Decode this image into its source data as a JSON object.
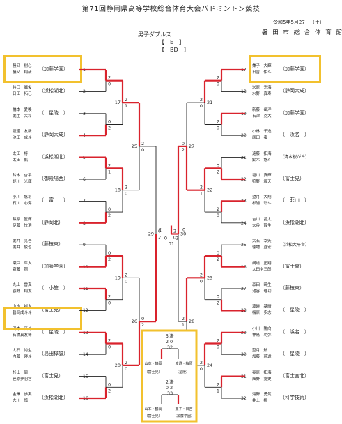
{
  "header": {
    "title": "第71回静岡県高等学校総合体育大会バドミントン競技",
    "date": "令和5年5月27日（土）",
    "venue": "磐 田 市 総 合 体 育 館",
    "event": "男子ダブルス",
    "class": "【　E　】",
    "block": "【　BD　】"
  },
  "left_entries": [
    {
      "no": "1",
      "names": [
        "勝又　樹心",
        "勝又　翔哉"
      ],
      "school": "（加藤学園）"
    },
    {
      "no": "2",
      "names": [
        "谷口　颯俊",
        "日田　拓己"
      ],
      "school": "（浜松湖北）"
    },
    {
      "no": "3",
      "names": [
        "橋本　愛喚",
        "堀生　大和"
      ],
      "school": "（　星陵　）"
    },
    {
      "no": "4",
      "names": [
        "渡邊　友哉",
        "池田　成斗"
      ],
      "school": "（静岡大成）"
    },
    {
      "no": "5",
      "names": [
        "太田　将",
        "太田　凱"
      ],
      "school": "（浜松湖北）"
    },
    {
      "no": "6",
      "names": [
        "鈴木　杏平",
        "蛭川　光輝"
      ],
      "school": "（御殿場西）"
    },
    {
      "no": "7",
      "names": [
        "小川　悠羽",
        "石川　心海"
      ],
      "school": "（　富士　）"
    },
    {
      "no": "8",
      "names": [
        "篠原　匠輝",
        "伊藤　快選"
      ],
      "school": "（静岡北）"
    },
    {
      "no": "9",
      "names": [
        "堀井　亮吾",
        "堀井　俊也"
      ],
      "school": "（藤枝東）"
    },
    {
      "no": "10",
      "names": [
        "瀬戸　隼大",
        "齋藤　照"
      ],
      "school": "（加藤学園）"
    },
    {
      "no": "11",
      "names": [
        "丸山　雷真",
        "谷野　翔太"
      ],
      "school": "（　小笠　）"
    },
    {
      "no": "12",
      "names": [
        "山本　暢太",
        "鶴岡成斗斗"
      ],
      "school": "（富士見）"
    },
    {
      "no": "13",
      "names": [
        "田本　来斗",
        "石橋真友稀"
      ],
      "school": "（　星陵　）"
    },
    {
      "no": "14",
      "names": [
        "大石　尚生",
        "内藤　寝斗"
      ],
      "school": "（島田樟誠）"
    },
    {
      "no": "15",
      "names": [
        "杉山　周",
        "笹原夢羽宮"
      ],
      "school": "（富士見）"
    },
    {
      "no": "16",
      "names": [
        "金澤　歩実",
        "大川　慎"
      ],
      "school": "（浜松湖北）"
    }
  ],
  "right_entries": [
    {
      "no": "17",
      "names": [
        "兼子　大輝",
        "日吉　佑斗"
      ],
      "school": "（加藤学園）"
    },
    {
      "no": "18",
      "names": [
        "米原　光海",
        "水野　真寿"
      ],
      "school": "（静岡大成）"
    },
    {
      "no": "19",
      "names": [
        "新藤　岳洋",
        "石津　克大"
      ],
      "school": "（加藤学園）"
    },
    {
      "no": "20",
      "names": [
        "小林　千逸",
        "原田　奏"
      ],
      "school": "（　浜名　）"
    },
    {
      "no": "21",
      "names": [
        "遠藤　拓海",
        "鈴木　悠斗"
      ],
      "school": "（清水桜が丘）"
    },
    {
      "no": "22",
      "names": [
        "塩川　真輝",
        "狩野　颯天"
      ],
      "school": "（富士見）"
    },
    {
      "no": "23",
      "names": [
        "望月　大翔",
        "杉浦　彩斗"
      ],
      "school": "（　韮山　）"
    },
    {
      "no": "24",
      "names": [
        "吉川　晶太",
        "大谷　靜生"
      ],
      "school": "（浜松湖北）"
    },
    {
      "no": "25",
      "names": [
        "大石　幸矢",
        "徳増　直宏"
      ],
      "school": "（浜松大平台）"
    },
    {
      "no": "26",
      "names": [
        "綱嶋　正翔",
        "太田圭三郎"
      ],
      "school": "（富士東）"
    },
    {
      "no": "27",
      "names": [
        "森田　暁生",
        "池谷　理功"
      ],
      "school": "（藤枝東）"
    },
    {
      "no": "28",
      "names": [
        "渡邉　基晴",
        "梅原　歩志"
      ],
      "school": "（　星陵　）"
    },
    {
      "no": "29",
      "names": [
        "小川　陽向",
        "神鳥　功弥"
      ],
      "school": "（　浜名　）"
    },
    {
      "no": "30",
      "names": [
        "望月　航",
        "加藤　慈透"
      ],
      "school": "（　星陵　）"
    },
    {
      "no": "31",
      "names": [
        "秦原　拓海",
        "畑野　寛史"
      ],
      "school": "（富士宮北）"
    },
    {
      "no": "32",
      "names": [
        "海野　勇気",
        "井上　桃"
      ],
      "school": "（科学技術）"
    }
  ],
  "left_scores": {
    "r1": [
      [
        "2",
        "0"
      ],
      [
        "0",
        "2"
      ],
      [
        "2",
        "1"
      ],
      [
        "0",
        "2"
      ],
      [
        "0",
        "2"
      ],
      [
        "2",
        "0"
      ],
      [
        "2",
        "0"
      ],
      [
        "0",
        "2"
      ]
    ],
    "r2": [
      [
        "2",
        "1"
      ],
      [
        "2",
        "0"
      ],
      [
        "2",
        "0"
      ],
      [
        "2",
        "0"
      ]
    ],
    "r3": [
      [
        "2",
        "0"
      ],
      [
        "0",
        "2"
      ]
    ],
    "r4": [
      [
        "0",
        "2"
      ]
    ]
  },
  "right_scores": {
    "r1": [
      [
        "2",
        "0"
      ],
      [
        "2",
        "0"
      ],
      [
        "0",
        "2"
      ],
      [
        "2",
        "0"
      ],
      [
        "0",
        "2"
      ],
      [
        "0",
        "2"
      ],
      [
        "2",
        "0"
      ],
      [
        "2",
        "1"
      ]
    ],
    "r2": [
      [
        "2",
        "0"
      ],
      [
        "2",
        "1"
      ],
      [
        "2",
        "0"
      ],
      [
        "2",
        "0"
      ]
    ],
    "r3": [
      [
        "0",
        "2"
      ],
      [
        "2",
        "1"
      ]
    ],
    "r4": [
      [
        "2",
        "0"
      ]
    ]
  },
  "labels": {
    "left_r2": [
      "17",
      "18",
      "19",
      "20"
    ],
    "left_r3": [
      "25",
      "26"
    ],
    "left_r4": "29",
    "right_r2": [
      "21",
      "22",
      "23",
      "24"
    ],
    "right_r3": [
      "27",
      "28"
    ],
    "right_r4": "30",
    "final_no": "31",
    "final_score_left": "0",
    "final_score_right": "2",
    "left_r4_score": "2",
    "right_r4_score": "0"
  },
  "playoff": {
    "third": {
      "title": "３決",
      "no": "32",
      "score_left": "2",
      "score_right": "0",
      "left_names": "山本・鶴岡",
      "left_school": "（富士見）",
      "right_names": "渡邉・梅原",
      "right_school": "（星陵）"
    },
    "second": {
      "title": "２決",
      "no": "33",
      "score_left": "0",
      "score_right": "2",
      "left_names": "山本・鶴岡",
      "left_school": "（富士見）",
      "right_names": "兼子・日吉",
      "right_school": "（加藤学園）"
    }
  },
  "colors": {
    "win": "#d9232d",
    "line": "#222222",
    "highlight": "#f2c12e"
  }
}
